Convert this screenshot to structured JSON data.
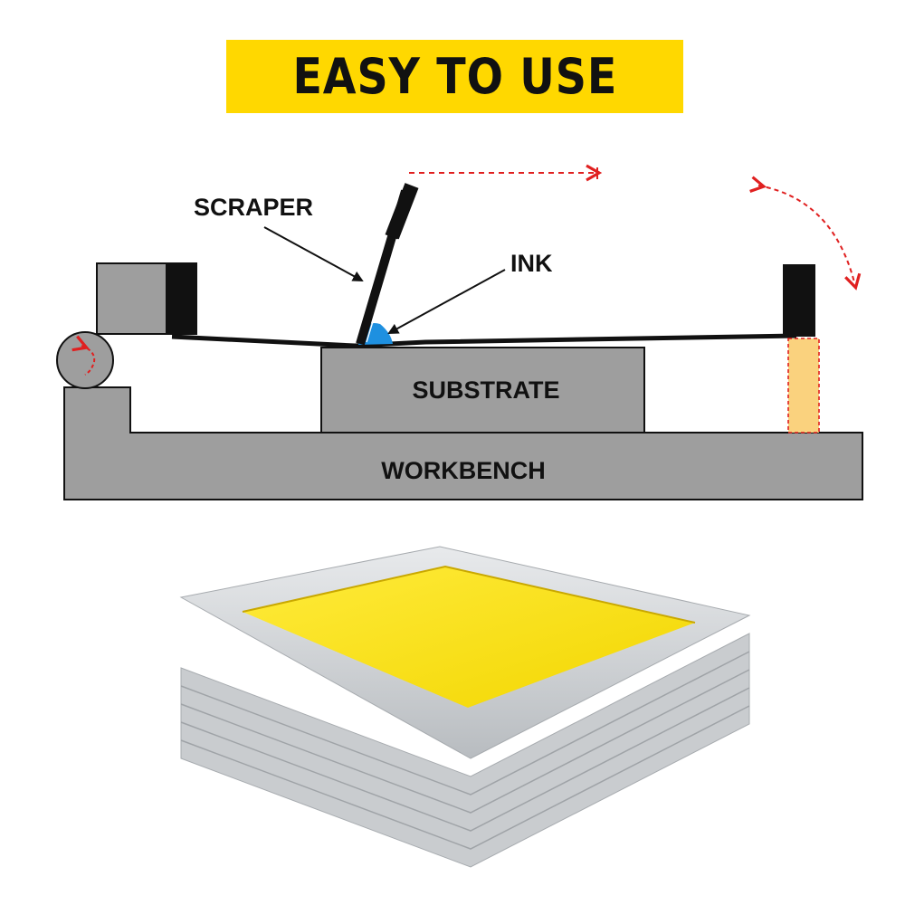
{
  "title": "EASY TO USE",
  "labels": {
    "scraper": "SCRAPER",
    "ink": "INK",
    "substrate": "SUBSTRATE",
    "workbench": "WORKBENCH"
  },
  "colors": {
    "banner": "#FFD800",
    "gray": "#9E9E9E",
    "ink": "#1E90E0",
    "arrow": "#E02020",
    "peach": "#FAD27E",
    "mesh": "#F5E000",
    "frame": "#D6D8DA"
  },
  "icons": {
    "stroke_arrow": "red-dashed-arrow-icon",
    "lift_arrow": "red-curved-arrow-icon",
    "hinge_rotate": "red-rotate-arrow-icon"
  }
}
